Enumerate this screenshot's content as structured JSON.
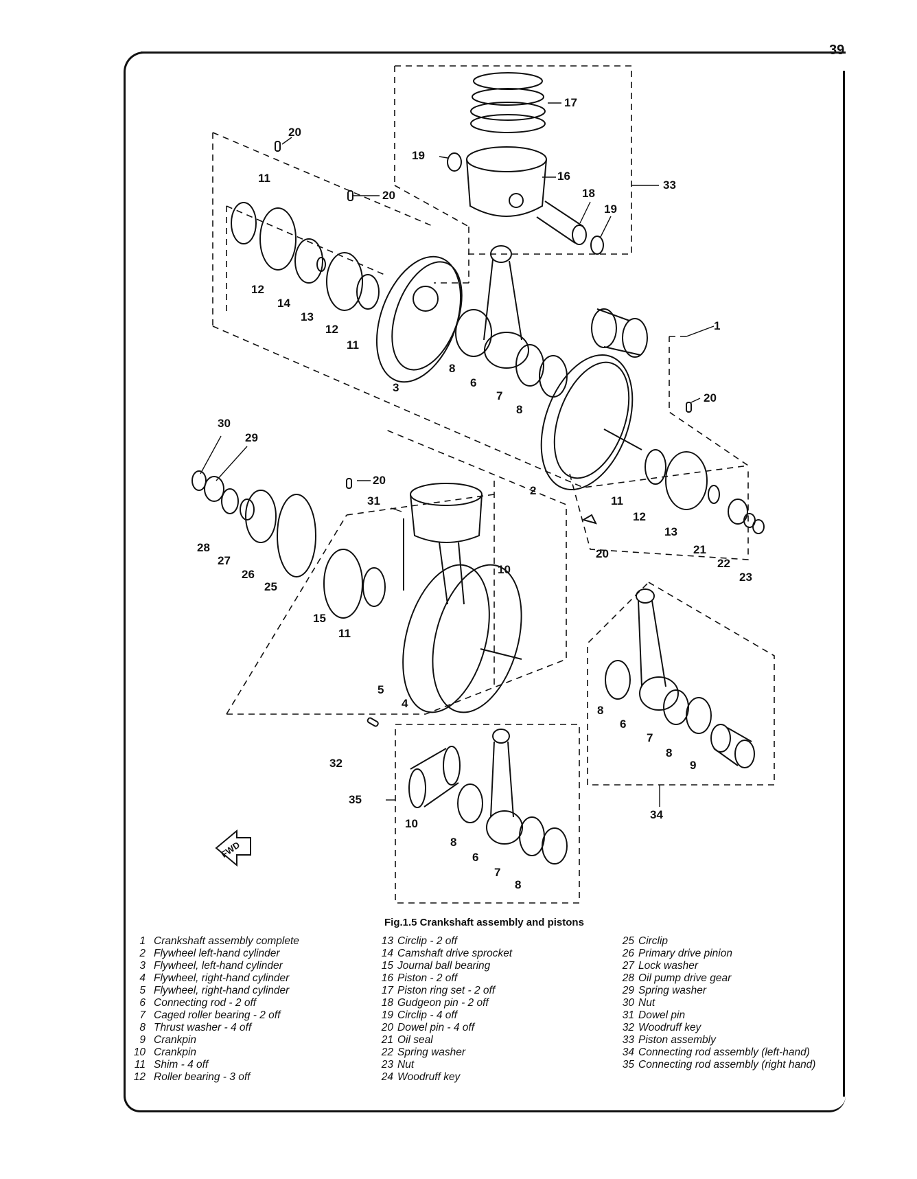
{
  "page_number": "39",
  "figure": {
    "caption": "Fig.1.5 Crankshaft assembly and pistons",
    "fwd_label": "FWD",
    "callouts": {
      "c17": "17",
      "c20a": "20",
      "c19a": "19",
      "c16": "16",
      "c33": "33",
      "c20b": "20",
      "c18": "18",
      "c19b": "19",
      "c11a": "11",
      "c12a": "12",
      "c14": "14",
      "c13a": "13",
      "c12b": "12",
      "c11b": "11",
      "c3": "3",
      "c8a": "8",
      "c6a": "6",
      "c7a": "7",
      "c8b": "8",
      "c1": "1",
      "c20c": "20",
      "c2": "2",
      "c11c": "11",
      "c12c": "12",
      "c13b": "13",
      "c20d": "20",
      "c21": "21",
      "c22": "22",
      "c23": "23",
      "c30": "30",
      "c29": "29",
      "c20e": "20",
      "c31": "31",
      "c28": "28",
      "c27": "27",
      "c26": "26",
      "c25": "25",
      "c10a": "10",
      "c15": "15",
      "c11d": "11",
      "c5": "5",
      "c4": "4",
      "c32": "32",
      "c8c": "8",
      "c6b": "6",
      "c7b": "7",
      "c8d": "8",
      "c9": "9",
      "c34": "34",
      "c35": "35",
      "c10b": "10",
      "c8e": "8",
      "c6c": "6",
      "c7c": "7",
      "c8f": "8"
    }
  },
  "legend": {
    "col1": [
      {
        "num": "1",
        "text": "Crankshaft assembly complete"
      },
      {
        "num": "2",
        "text": "Flywheel left-hand cylinder"
      },
      {
        "num": "3",
        "text": "Flywheel, left-hand cylinder"
      },
      {
        "num": "4",
        "text": "Flywheel, right-hand cylinder"
      },
      {
        "num": "5",
        "text": "Flywheel, right-hand cylinder"
      },
      {
        "num": "6",
        "text": "Connecting rod - 2 off"
      },
      {
        "num": "7",
        "text": "Caged roller bearing - 2 off"
      },
      {
        "num": "8",
        "text": "Thrust washer - 4 off"
      },
      {
        "num": "9",
        "text": "Crankpin"
      },
      {
        "num": "10",
        "text": "Crankpin"
      },
      {
        "num": "11",
        "text": "Shim - 4 off"
      },
      {
        "num": "12",
        "text": "Roller bearing - 3 off"
      }
    ],
    "col2": [
      {
        "num": "13",
        "text": "Circlip - 2 off"
      },
      {
        "num": "14",
        "text": "Camshaft drive sprocket"
      },
      {
        "num": "15",
        "text": "Journal ball bearing"
      },
      {
        "num": "16",
        "text": "Piston - 2 off"
      },
      {
        "num": "17",
        "text": "Piston ring set - 2 off"
      },
      {
        "num": "18",
        "text": "Gudgeon pin - 2 off"
      },
      {
        "num": "19",
        "text": "Circlip - 4 off"
      },
      {
        "num": "20",
        "text": "Dowel pin - 4 off"
      },
      {
        "num": "21",
        "text": "Oil seal"
      },
      {
        "num": "22",
        "text": "Spring washer"
      },
      {
        "num": "23",
        "text": "Nut"
      },
      {
        "num": "24",
        "text": "Woodruff key"
      }
    ],
    "col3": [
      {
        "num": "25",
        "text": "Circlip"
      },
      {
        "num": "26",
        "text": "Primary drive pinion"
      },
      {
        "num": "27",
        "text": "Lock washer"
      },
      {
        "num": "28",
        "text": "Oil pump drive gear"
      },
      {
        "num": "29",
        "text": "Spring washer"
      },
      {
        "num": "30",
        "text": "Nut"
      },
      {
        "num": "31",
        "text": "Dowel pin"
      },
      {
        "num": "32",
        "text": "Woodruff key"
      },
      {
        "num": "33",
        "text": "Piston assembly"
      },
      {
        "num": "34",
        "text": "Connecting rod assembly (left-hand)"
      },
      {
        "num": "35",
        "text": "Connecting rod assembly (right hand)"
      }
    ]
  }
}
